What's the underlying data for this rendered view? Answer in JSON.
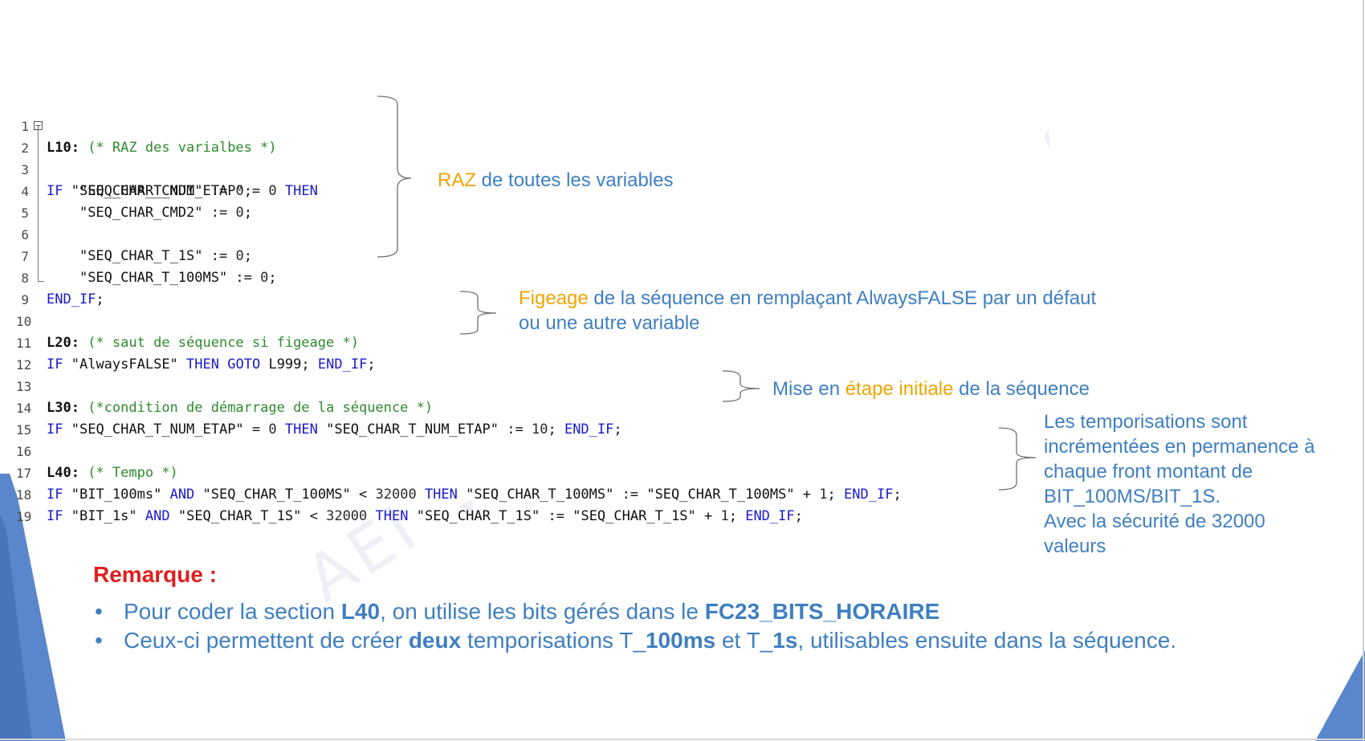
{
  "colors": {
    "keyword": "#1a1acc",
    "comment": "#2e8b2e",
    "note_text": "#3f7fc1",
    "note_highlight": "#f0a500",
    "remark_title": "#e01e1e",
    "accent_shape": "#5a86cc"
  },
  "watermark": "AEI",
  "code": {
    "l1": {
      "num": "1",
      "label": "L10:",
      "comment": "(* RAZ des varialbes *)"
    },
    "l2": {
      "num": "2",
      "kw1": "IF",
      "str1": "\"SEQ_CHAR_T_NUM_ETAP\"",
      "op1": " = ",
      "val1": "0",
      "kw2": "THEN"
    },
    "l3": {
      "num": "3",
      "str1": "\"SEQ_CHAR_CMD1\"",
      "op1": " := ",
      "val1": "0",
      "end": ";"
    },
    "l4": {
      "num": "4",
      "str1": "\"SEQ_CHAR_CMD2\"",
      "op1": " := ",
      "val1": "0",
      "end": ";"
    },
    "l5": {
      "num": "5"
    },
    "l6": {
      "num": "6",
      "str1": "\"SEQ_CHAR_T_1S\"",
      "op1": " := ",
      "val1": "0",
      "end": ";"
    },
    "l7": {
      "num": "7",
      "str1": "\"SEQ_CHAR_T_100MS\"",
      "op1": " := ",
      "val1": "0",
      "end": ";"
    },
    "l8": {
      "num": "8",
      "kw1": "END_IF",
      "end": ";"
    },
    "l9": {
      "num": "9"
    },
    "l10": {
      "num": "10",
      "label": "L20:",
      "comment": "(* saut de séquence si figeage *)"
    },
    "l11": {
      "num": "11",
      "kw1": "IF",
      "str1": "\"AlwaysFALSE\"",
      "kw2": "THEN",
      "kw3": "GOTO",
      "target": "L999;",
      "kw4": "END_IF",
      "end": ";"
    },
    "l12": {
      "num": "12"
    },
    "l13": {
      "num": "13",
      "label": "L30:",
      "comment": "(*condition de démarrage de la séquence *)"
    },
    "l14": {
      "num": "14",
      "kw1": "IF",
      "str1": "\"SEQ_CHAR_T_NUM_ETAP\"",
      "op1": " = ",
      "val1": "0",
      "kw2": "THEN",
      "str2": "\"SEQ_CHAR_T_NUM_ETAP\"",
      "op2": " := ",
      "val2": "10",
      "kw3": "END_IF",
      "end": ";"
    },
    "l15": {
      "num": "15"
    },
    "l16": {
      "num": "16",
      "label": "L40:",
      "comment": "(* Tempo *)"
    },
    "l17": {
      "num": "17",
      "kw1": "IF",
      "str1": "\"BIT_100ms\"",
      "kw2": "AND",
      "str2": "\"SEQ_CHAR_T_100MS\"",
      "op2": " < ",
      "val2": "32000",
      "kw3": "THEN",
      "str3": "\"SEQ_CHAR_T_100MS\"",
      "op3": " := ",
      "str4": "\"SEQ_CHAR_T_100MS\"",
      "op4": " + ",
      "val4": "1",
      "kw4": "END_IF",
      "end": ";"
    },
    "l18": {
      "num": "18",
      "kw1": "IF",
      "str1": "\"BIT_1s\"",
      "kw2": "AND",
      "str2": "\"SEQ_CHAR_T_1S\"",
      "op2": " < ",
      "val2": "32000",
      "kw3": "THEN",
      "str3": "\"SEQ_CHAR_T_1S\"",
      "op3": " := ",
      "str4": "\"SEQ_CHAR_T_1S\"",
      "op4": " + ",
      "val4": "1",
      "kw4": "END_IF",
      "end": ";"
    },
    "l19": {
      "num": "19"
    }
  },
  "notes": {
    "raz": {
      "hl": "RAZ",
      "rest": " de toutes les variables"
    },
    "figeage": {
      "hl": "Figeage",
      "rest1": " de la séquence en remplaçant AlwaysFALSE par un défaut",
      "line2": "ou une autre variable"
    },
    "etape": {
      "pre": "Mise en ",
      "hl": "étape initiale",
      "post": " de la séquence"
    },
    "tempo": {
      "l1": "Les temporisations sont",
      "l2": "incrémentées en permanence à",
      "l3": "chaque front montant de",
      "l4": "BIT_100MS/BIT_1S.",
      "l5": "Avec la sécurité de 32000",
      "l6": "valeurs"
    }
  },
  "remark": {
    "title": "Remarque :",
    "b1": {
      "dot": "•",
      "p1": "Pour coder la section ",
      "b1": "L40",
      "p2": ", on utilise les bits gérés dans le ",
      "b2": "FC23_BITS_HORAIRE"
    },
    "b2": {
      "dot": "•",
      "p1": "Ceux-ci permettent de créer ",
      "b1": "deux",
      "p2": " temporisations T_",
      "b2": "100ms",
      "p3": " et T_",
      "b3": "1s",
      "p4": ", utilisables ensuite dans la séquence."
    }
  }
}
